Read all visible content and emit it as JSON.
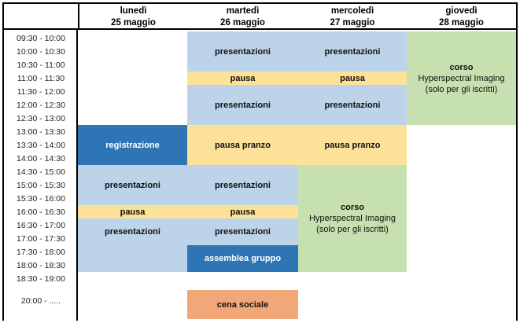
{
  "table": {
    "corner_label": "",
    "columns": [
      {
        "day": "lunedì",
        "date": "25 maggio"
      },
      {
        "day": "martedì",
        "date": "26 maggio"
      },
      {
        "day": "mercoledì",
        "date": "27 maggio"
      },
      {
        "day": "giovedì",
        "date": "28 maggio"
      }
    ],
    "time_slots": [
      "09:30 - 10:00",
      "10:00 - 10:30",
      "10:30 - 11:00",
      "11:00 - 11:30",
      "11:30 - 12:00",
      "12:00 - 12:30",
      "12:30 - 13:00",
      "13:00 - 13:30",
      "13:30 - 14:00",
      "14:00 - 14:30",
      "14:30 - 15:00",
      "15:00 - 15:30",
      "15:30 - 16:00",
      "16:00 - 16:30",
      "16:30 - 17:00",
      "17:00 - 17:30",
      "17:30 - 18:00",
      "18:00 - 18:30",
      "18:30 - 19:00",
      "20:00 - ....."
    ],
    "events": [
      {
        "id": "e1",
        "label": "presentazioni",
        "sublabel": ""
      },
      {
        "id": "e2",
        "label": "presentazioni",
        "sublabel": ""
      },
      {
        "id": "e3",
        "label": "pausa",
        "sublabel": ""
      },
      {
        "id": "e4",
        "label": "pausa",
        "sublabel": ""
      },
      {
        "id": "e5",
        "label": "presentazioni",
        "sublabel": ""
      },
      {
        "id": "e6",
        "label": "presentazioni",
        "sublabel": ""
      },
      {
        "id": "e7",
        "label": "corso",
        "sublabel": "Hyperspectral Imaging|(solo per gli iscritti)"
      },
      {
        "id": "e8",
        "label": "registrazione",
        "sublabel": ""
      },
      {
        "id": "e9",
        "label": "pausa pranzo",
        "sublabel": ""
      },
      {
        "id": "e10",
        "label": "pausa pranzo",
        "sublabel": ""
      },
      {
        "id": "e11",
        "label": "presentazioni",
        "sublabel": ""
      },
      {
        "id": "e12",
        "label": "presentazioni",
        "sublabel": ""
      },
      {
        "id": "e13",
        "label": "pausa",
        "sublabel": ""
      },
      {
        "id": "e14",
        "label": "pausa",
        "sublabel": ""
      },
      {
        "id": "e15",
        "label": "presentazioni",
        "sublabel": ""
      },
      {
        "id": "e16",
        "label": "presentazioni",
        "sublabel": ""
      },
      {
        "id": "e17",
        "label": "corso",
        "sublabel": "Hyperspectral Imaging|(solo per gli iscritti)"
      },
      {
        "id": "e18",
        "label": "assemblea gruppo",
        "sublabel": ""
      },
      {
        "id": "e19",
        "label": "cena sociale",
        "sublabel": ""
      }
    ]
  },
  "colors": {
    "presentazioni": "#BDD3EA",
    "pausa": "#FCE198",
    "corso": "#C6E0B0",
    "registrazione": "#2E75B6",
    "assemblea": "#2E75B6",
    "cena": "#F2A779",
    "border": "#000000",
    "background": "#FFFFFF"
  }
}
